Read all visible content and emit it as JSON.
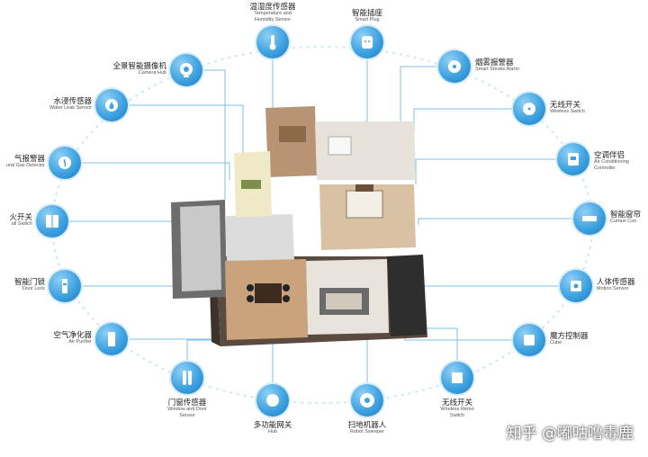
{
  "devices": [
    {
      "id": "temp-humidity-sensor",
      "cn": "温湿度传感器",
      "en": [
        "Temperature and",
        "Humidity Sensor"
      ],
      "icon": "thermometer"
    },
    {
      "id": "smart-plug",
      "cn": "智能插座",
      "en": [
        "Smart Plug"
      ],
      "icon": "plug"
    },
    {
      "id": "smoke-alarm",
      "cn": "烟雾报警器",
      "en": [
        "Smart Smoke Alarm"
      ],
      "icon": "smoke"
    },
    {
      "id": "wireless-switch-right",
      "cn": "无线开关",
      "en": [
        "Wireless Switch"
      ],
      "icon": "button"
    },
    {
      "id": "ac-controller",
      "cn": "空调伴侣",
      "en": [
        "Air Conditioning",
        "Controller"
      ],
      "icon": "ac"
    },
    {
      "id": "curtain-controller",
      "cn": "智能窗帘",
      "en": [
        "Curtain Con"
      ],
      "icon": "curtain"
    },
    {
      "id": "motion-sensor",
      "cn": "人体传感器",
      "en": [
        "Motion Sensor"
      ],
      "icon": "motion"
    },
    {
      "id": "cube-controller",
      "cn": "魔方控制器",
      "en": [
        "Cube"
      ],
      "icon": "cube"
    },
    {
      "id": "wireless-remote-switch",
      "cn": "无线开关",
      "en": [
        "Wireless Remo",
        "Switch"
      ],
      "icon": "square"
    },
    {
      "id": "robot-sweeper",
      "cn": "扫地机器人",
      "en": [
        "Robot Sweeper"
      ],
      "icon": "robot"
    },
    {
      "id": "multifunction-hub",
      "cn": "多功能网关",
      "en": [
        "Hub"
      ],
      "icon": "hub"
    },
    {
      "id": "window-door-sensor",
      "cn": "门窗传感器",
      "en": [
        "Window and Door",
        "Sensor"
      ],
      "icon": "doorsensor"
    },
    {
      "id": "air-purifier",
      "cn": "空气净化器",
      "en": [
        "Air Purifier"
      ],
      "icon": "purifier"
    },
    {
      "id": "door-lock",
      "cn": "智能门锁",
      "en": [
        "Door Lock"
      ],
      "icon": "lock"
    },
    {
      "id": "wall-switch",
      "cn": "火开关",
      "en": [
        "all Switch"
      ],
      "icon": "wallswitch"
    },
    {
      "id": "gas-detector",
      "cn": "气报警器",
      "en": [
        "ural Gas Detector"
      ],
      "icon": "gas"
    },
    {
      "id": "water-leak-sensor",
      "cn": "水浸传感器",
      "en": [
        "Water Leak Sensor"
      ],
      "icon": "drop"
    },
    {
      "id": "camera-hub",
      "cn": "全景智能摄像机",
      "en": [
        "Camera Hub"
      ],
      "icon": "camera"
    }
  ],
  "watermark": "知乎 @嘟咕噜毒鹿",
  "colors": {
    "accent": "#2f93d8",
    "line": "#7cc0ea",
    "dashed": "#cfe6f7"
  }
}
